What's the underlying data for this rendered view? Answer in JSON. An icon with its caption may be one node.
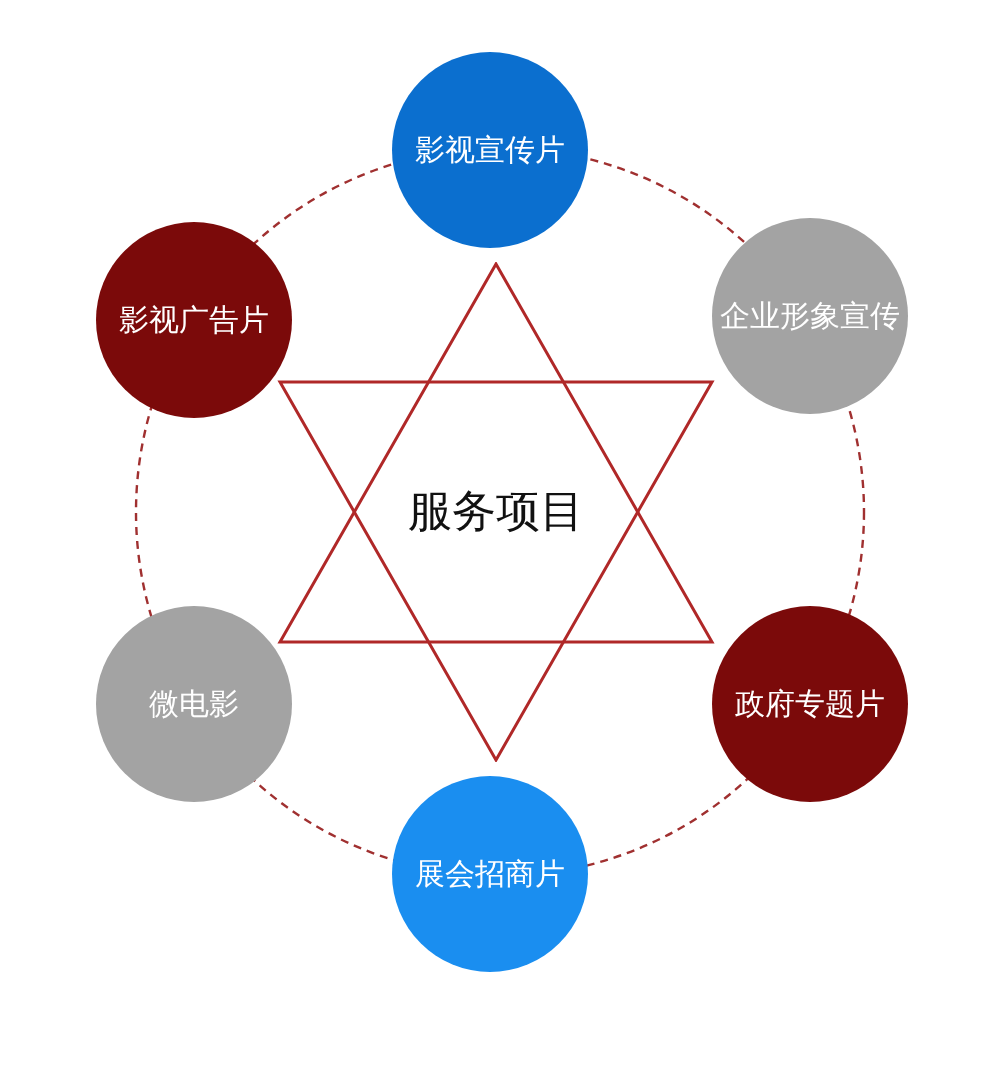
{
  "diagram": {
    "nodes": [
      {
        "text": [
          "影视宣传片"
        ]
      },
      {
        "text": [
          "影视广告片"
        ]
      },
      {
        "text": [
          "企业形象宣传"
        ]
      },
      {
        "text": [
          "服务项目"
        ]
      },
      {
        "text": [
          "微电影"
        ]
      },
      {
        "text": [
          "政府专题片"
        ]
      },
      {
        "text": [
          "展会招商片"
        ]
      }
    ]
  }
}
